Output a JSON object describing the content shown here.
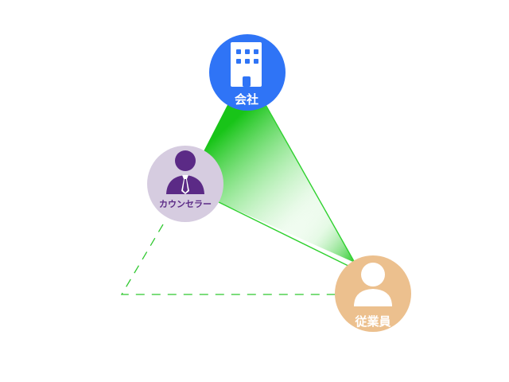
{
  "nodes": {
    "company": {
      "label": "会社",
      "fill": "#2f74f6",
      "icon": "building-icon"
    },
    "counselor": {
      "label": "カウンセラー",
      "fill": "#d6cce0",
      "label_color": "#5b2a86",
      "icon": "counselor-person-icon"
    },
    "employee": {
      "label": "従業員",
      "fill": "#ecc08e",
      "icon": "person-icon"
    }
  },
  "connections": {
    "colors": {
      "solid": "#2fd12f",
      "gradient_start": "#18c418",
      "dashed": "#2fc82f"
    }
  }
}
